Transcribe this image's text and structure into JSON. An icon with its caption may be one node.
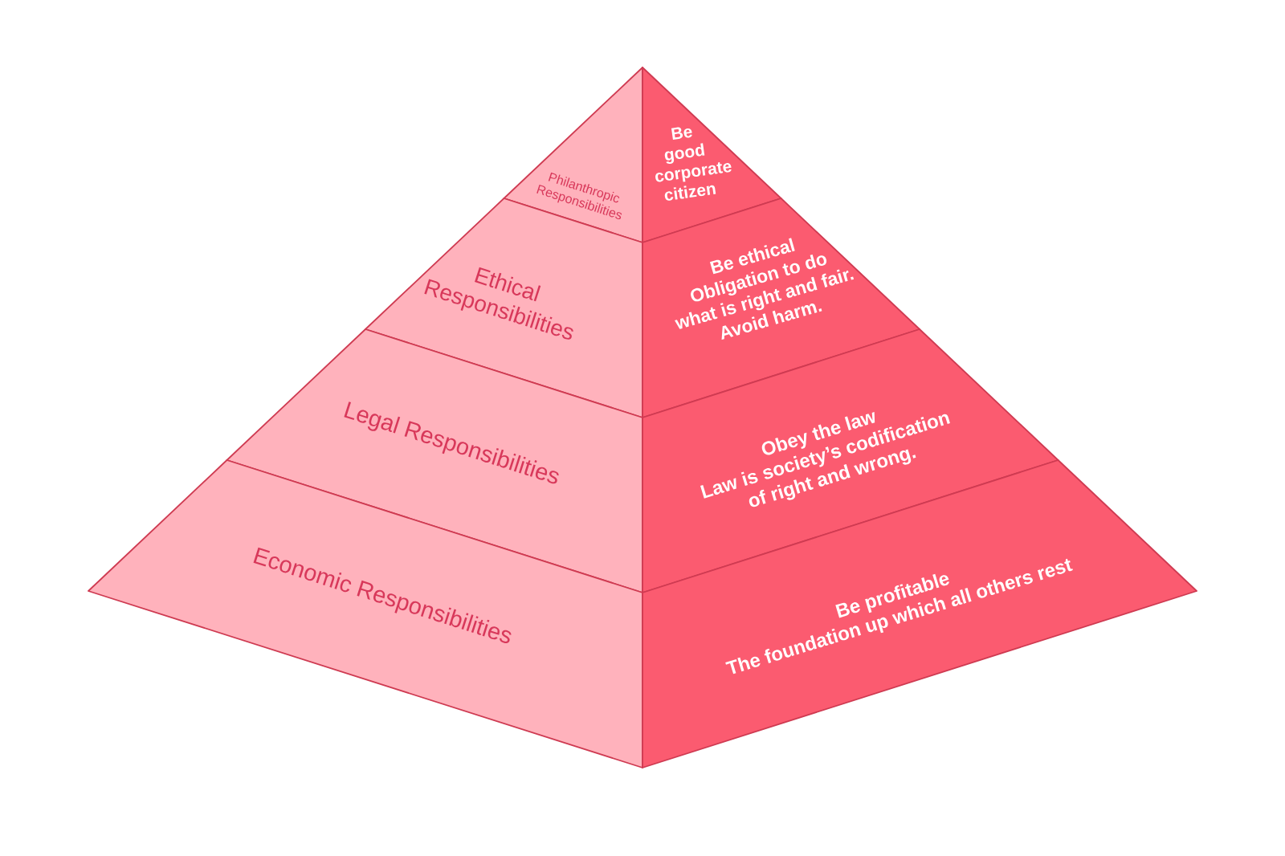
{
  "diagram": {
    "nodes": [
      {
        "text": [
          "Philanthropic Responsibilities"
        ]
      },
      {
        "text": [
          "Be good corporate citizen"
        ]
      },
      {
        "text": [
          "Ethical Responsibilities"
        ]
      },
      {
        "text": [
          "Be ethical",
          "Obligation to do what is right and fair. Avoid harm."
        ]
      },
      {
        "text": [
          "Legal Responsibilities"
        ]
      },
      {
        "text": [
          "Obey the law",
          "Law is society’s codification of right and wrong."
        ]
      },
      {
        "text": [
          "Economic Responsibilities"
        ]
      },
      {
        "text": [
          "Be profitable",
          "The foundation up which all others rest"
        ]
      }
    ]
  }
}
